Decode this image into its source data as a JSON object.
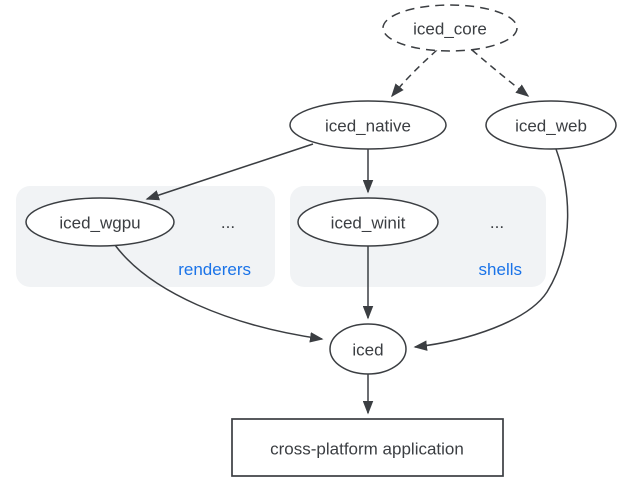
{
  "colors": {
    "background": "#ffffff",
    "node_stroke": "#3b3e42",
    "node_fill": "#ffffff",
    "text": "#3b3e42",
    "accent_blue": "#1a73e8",
    "group_fill": "#f1f3f5"
  },
  "nodes": {
    "iced_core": {
      "label": "iced_core"
    },
    "iced_native": {
      "label": "iced_native"
    },
    "iced_web": {
      "label": "iced_web"
    },
    "iced_wgpu": {
      "label": "iced_wgpu"
    },
    "iced_winit": {
      "label": "iced_winit"
    },
    "iced": {
      "label": "iced"
    },
    "application": {
      "label": "cross-platform application"
    }
  },
  "groups": {
    "renderers": {
      "label": "renderers",
      "ellipsis": "..."
    },
    "shells": {
      "label": "shells",
      "ellipsis": "..."
    }
  },
  "edges": [
    {
      "from": "iced_core",
      "to": "iced_native",
      "style": "dashed"
    },
    {
      "from": "iced_core",
      "to": "iced_web",
      "style": "dashed"
    },
    {
      "from": "iced_native",
      "to": "iced_wgpu",
      "style": "solid"
    },
    {
      "from": "iced_native",
      "to": "iced_winit",
      "style": "solid"
    },
    {
      "from": "iced_wgpu",
      "to": "iced",
      "style": "solid"
    },
    {
      "from": "iced_winit",
      "to": "iced",
      "style": "solid"
    },
    {
      "from": "iced_web",
      "to": "iced",
      "style": "solid"
    },
    {
      "from": "iced",
      "to": "application",
      "style": "solid"
    }
  ]
}
